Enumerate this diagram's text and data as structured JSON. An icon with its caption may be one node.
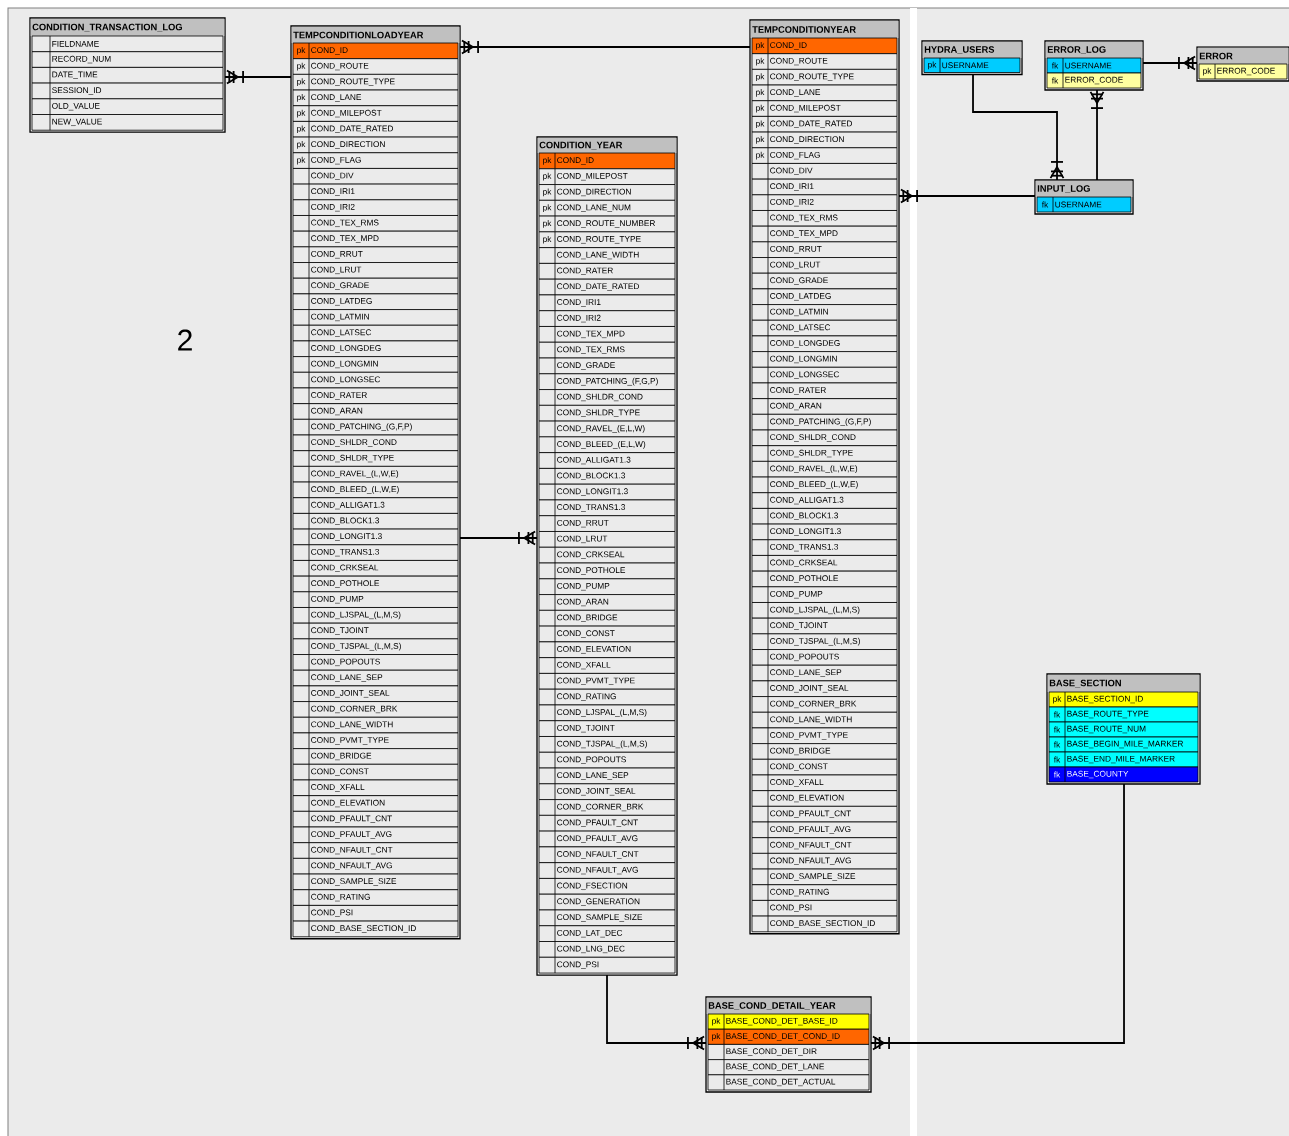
{
  "diagram": {
    "nodes": [
      {
        "text": [
          "CONDITION_TRANSACTION_LOG"
        ]
      },
      {
        "text": [
          "FIELDNAME"
        ],
        "in": 0
      },
      {
        "text": [
          "RECORD_NUM"
        ],
        "in": 0
      },
      {
        "text": [
          "DATE_TIME"
        ],
        "in": 0
      },
      {
        "text": [
          "SESSION_ID"
        ],
        "in": 0
      },
      {
        "text": [
          "OLD_VALUE"
        ],
        "in": 0
      },
      {
        "text": [
          "NEW_VALUE"
        ],
        "in": 0
      },
      {
        "text": [
          "TEMPCONDITIONLOADYEAR"
        ]
      },
      {
        "text": [
          "pk",
          "COND_ID"
        ],
        "in": 7
      },
      {
        "text": [
          "pk",
          "COND_ROUTE"
        ],
        "in": 7
      },
      {
        "text": [
          "pk",
          "COND_ROUTE_TYPE"
        ],
        "in": 7
      },
      {
        "text": [
          "pk",
          "COND_LANE"
        ],
        "in": 7
      },
      {
        "text": [
          "pk",
          "COND_MILEPOST"
        ],
        "in": 7
      },
      {
        "text": [
          "pk",
          "COND_DATE_RATED"
        ],
        "in": 7
      },
      {
        "text": [
          "pk",
          "COND_DIRECTION"
        ],
        "in": 7
      },
      {
        "text": [
          "pk",
          "COND_FLAG"
        ],
        "in": 7
      },
      {
        "text": [
          "COND_DIV"
        ],
        "in": 7
      },
      {
        "text": [
          "COND_IRI1"
        ],
        "in": 7
      },
      {
        "text": [
          "COND_IRI2"
        ],
        "in": 7
      },
      {
        "text": [
          "COND_TEX_RMS"
        ],
        "in": 7
      },
      {
        "text": [
          "COND_TEX_MPD"
        ],
        "in": 7
      },
      {
        "text": [
          "COND_RRUT"
        ],
        "in": 7
      },
      {
        "text": [
          "COND_LRUT"
        ],
        "in": 7
      },
      {
        "text": [
          "COND_GRADE"
        ],
        "in": 7
      },
      {
        "text": [
          "COND_LATDEG"
        ],
        "in": 7
      },
      {
        "text": [
          "COND_LATMIN"
        ],
        "in": 7
      },
      {
        "text": [
          "COND_LATSEC"
        ],
        "in": 7
      },
      {
        "text": [
          "COND_LONGDEG"
        ],
        "in": 7
      },
      {
        "text": [
          "COND_LONGMIN"
        ],
        "in": 7
      },
      {
        "text": [
          "COND_LONGSEC"
        ],
        "in": 7
      },
      {
        "text": [
          "COND_RATER"
        ],
        "in": 7
      },
      {
        "text": [
          "COND_ARAN"
        ],
        "in": 7
      },
      {
        "text": [
          "COND_PATCHING_(G,F,P)"
        ],
        "in": 7
      },
      {
        "text": [
          "COND_SHLDR_COND"
        ],
        "in": 7
      },
      {
        "text": [
          "COND_SHLDR_TYPE"
        ],
        "in": 7
      },
      {
        "text": [
          "COND_RAVEL_(L,W,E)"
        ],
        "in": 7
      },
      {
        "text": [
          "COND_BLEED_(L,W,E)"
        ],
        "in": 7
      },
      {
        "text": [
          "COND_ALLIGAT1.3"
        ],
        "in": 7
      },
      {
        "text": [
          "COND_BLOCK1.3"
        ],
        "in": 7
      },
      {
        "text": [
          "COND_LONGIT1.3"
        ],
        "in": 7
      },
      {
        "text": [
          "COND_TRANS1.3"
        ],
        "in": 7
      },
      {
        "text": [
          "COND_CRKSEAL"
        ],
        "in": 7
      },
      {
        "text": [
          "COND_POTHOLE"
        ],
        "in": 7
      },
      {
        "text": [
          "COND_PUMP"
        ],
        "in": 7
      },
      {
        "text": [
          "COND_LJSPAL_(L,M,S)"
        ],
        "in": 7
      },
      {
        "text": [
          "COND_TJOINT"
        ],
        "in": 7
      },
      {
        "text": [
          "COND_TJSPAL_(L,M,S)"
        ],
        "in": 7
      },
      {
        "text": [
          "COND_POPOUTS"
        ],
        "in": 7
      },
      {
        "text": [
          "COND_LANE_SEP"
        ],
        "in": 7
      },
      {
        "text": [
          "COND_JOINT_SEAL"
        ],
        "in": 7
      },
      {
        "text": [
          "COND_CORNER_BRK"
        ],
        "in": 7
      },
      {
        "text": [
          "COND_LANE_WIDTH"
        ],
        "in": 7
      },
      {
        "text": [
          "COND_PVMT_TYPE"
        ],
        "in": 7
      },
      {
        "text": [
          "COND_BRIDGE"
        ],
        "in": 7
      },
      {
        "text": [
          "COND_CONST"
        ],
        "in": 7
      },
      {
        "text": [
          "COND_XFALL"
        ],
        "in": 7
      },
      {
        "text": [
          "COND_ELEVATION"
        ],
        "in": 7
      },
      {
        "text": [
          "COND_PFAULT_CNT"
        ],
        "in": 7
      },
      {
        "text": [
          "COND_PFAULT_AVG"
        ],
        "in": 7
      },
      {
        "text": [
          "COND_NFAULT_CNT"
        ],
        "in": 7
      },
      {
        "text": [
          "COND_NFAULT_AVG"
        ],
        "in": 7
      },
      {
        "text": [
          "COND_SAMPLE_SIZE"
        ],
        "in": 7
      },
      {
        "text": [
          "COND_RATING"
        ],
        "in": 7
      },
      {
        "text": [
          "COND_PSI"
        ],
        "in": 7
      },
      {
        "text": [
          "COND_BASE_SECTION_ID"
        ],
        "in": 7
      },
      {
        "text": [
          "TEMPCONDITIONYEAR"
        ]
      },
      {
        "text": [
          "pk",
          "COND_ID"
        ],
        "in": 65
      },
      {
        "text": [
          "pk",
          "COND_ROUTE"
        ],
        "in": 65
      },
      {
        "text": [
          "pk",
          "COND_ROUTE_TYPE"
        ],
        "in": 65
      },
      {
        "text": [
          "pk",
          "COND_LANE"
        ],
        "in": 65
      },
      {
        "text": [
          "pk",
          "COND_MILEPOST"
        ],
        "in": 65
      },
      {
        "text": [
          "pk",
          "COND_DATE_RATED"
        ],
        "in": 65
      },
      {
        "text": [
          "pk",
          "COND_DIRECTION"
        ],
        "in": 65
      },
      {
        "text": [
          "pk",
          "COND_FLAG"
        ],
        "in": 65
      },
      {
        "text": [
          "COND_DIV"
        ],
        "in": 65
      },
      {
        "text": [
          "COND_IRI1"
        ],
        "in": 65
      },
      {
        "text": [
          "COND_IRI2"
        ],
        "in": 65
      },
      {
        "text": [
          "COND_TEX_RMS"
        ],
        "in": 65
      },
      {
        "text": [
          "COND_TEX_MPD"
        ],
        "in": 65
      },
      {
        "text": [
          "COND_RRUT"
        ],
        "in": 65
      },
      {
        "text": [
          "COND_LRUT"
        ],
        "in": 65
      },
      {
        "text": [
          "COND_GRADE"
        ],
        "in": 65
      },
      {
        "text": [
          "COND_LATDEG"
        ],
        "in": 65
      },
      {
        "text": [
          "COND_LATMIN"
        ],
        "in": 65
      },
      {
        "text": [
          "COND_LATSEC"
        ],
        "in": 65
      },
      {
        "text": [
          "COND_LONGDEG"
        ],
        "in": 65
      },
      {
        "text": [
          "COND_LONGMIN"
        ],
        "in": 65
      },
      {
        "text": [
          "COND_LONGSEC"
        ],
        "in": 65
      },
      {
        "text": [
          "COND_RATER"
        ],
        "in": 65
      },
      {
        "text": [
          "COND_ARAN"
        ],
        "in": 65
      },
      {
        "text": [
          "COND_PATCHING_(G,F,P)"
        ],
        "in": 65
      },
      {
        "text": [
          "COND_SHLDR_COND"
        ],
        "in": 65
      },
      {
        "text": [
          "COND_SHLDR_TYPE"
        ],
        "in": 65
      },
      {
        "text": [
          "COND_RAVEL_(L,W,E)"
        ],
        "in": 65
      },
      {
        "text": [
          "COND_BLEED_(L,W,E)"
        ],
        "in": 65
      },
      {
        "text": [
          "COND_ALLIGAT1.3"
        ],
        "in": 65
      },
      {
        "text": [
          "COND_BLOCK1.3"
        ],
        "in": 65
      },
      {
        "text": [
          "COND_LONGIT1.3"
        ],
        "in": 65
      },
      {
        "text": [
          "COND_TRANS1.3"
        ],
        "in": 65
      },
      {
        "text": [
          "COND_CRKSEAL"
        ],
        "in": 65
      },
      {
        "text": [
          "COND_POTHOLE"
        ],
        "in": 65
      },
      {
        "text": [
          "COND_PUMP"
        ],
        "in": 65
      },
      {
        "text": [
          "COND_LJSPAL_(L,M,S)"
        ],
        "in": 65
      },
      {
        "text": [
          "COND_TJOINT"
        ],
        "in": 65
      },
      {
        "text": [
          "COND_TJSPAL_(L,M,S)"
        ],
        "in": 65
      },
      {
        "text": [
          "COND_POPOUTS"
        ],
        "in": 65
      },
      {
        "text": [
          "COND_LANE_SEP"
        ],
        "in": 65
      },
      {
        "text": [
          "COND_JOINT_SEAL"
        ],
        "in": 65
      },
      {
        "text": [
          "COND_CORNER_BRK"
        ],
        "in": 65
      },
      {
        "text": [
          "COND_LANE_WIDTH"
        ],
        "in": 65
      },
      {
        "text": [
          "COND_PVMT_TYPE"
        ],
        "in": 65
      },
      {
        "text": [
          "COND_BRIDGE"
        ],
        "in": 65
      },
      {
        "text": [
          "COND_CONST"
        ],
        "in": 65
      },
      {
        "text": [
          "COND_XFALL"
        ],
        "in": 65
      },
      {
        "text": [
          "COND_ELEVATION"
        ],
        "in": 65
      },
      {
        "text": [
          "COND_PFAULT_CNT"
        ],
        "in": 65
      },
      {
        "text": [
          "COND_PFAULT_AVG"
        ],
        "in": 65
      },
      {
        "text": [
          "COND_NFAULT_CNT"
        ],
        "in": 65
      },
      {
        "text": [
          "COND_NFAULT_AVG"
        ],
        "in": 65
      },
      {
        "text": [
          "COND_SAMPLE_SIZE"
        ],
        "in": 65
      },
      {
        "text": [
          "COND_RATING"
        ],
        "in": 65
      },
      {
        "text": [
          "COND_PSI"
        ],
        "in": 65
      },
      {
        "text": [
          "COND_BASE_SECTION_ID"
        ],
        "in": 65
      },
      {
        "text": [
          "HYDRA_USERS"
        ]
      },
      {
        "text": [
          "pk",
          "USERNAME"
        ],
        "in": 123
      },
      {
        "text": [
          "ERROR_LOG"
        ]
      },
      {
        "text": [
          "fk",
          "USERNAME"
        ],
        "in": 125
      },
      {
        "text": [
          "fk",
          "ERROR_CODE"
        ],
        "in": 125
      },
      {
        "text": [
          "ERROR"
        ]
      },
      {
        "text": [
          "pk",
          "ERROR_CODE"
        ],
        "in": 128
      },
      {
        "text": [
          "CONDITION_YEAR"
        ]
      },
      {
        "text": [
          "pk",
          "COND_ID"
        ],
        "in": 130
      },
      {
        "text": [
          "pk",
          "COND_MILEPOST"
        ],
        "in": 130
      },
      {
        "text": [
          "pk",
          "COND_DIRECTION"
        ],
        "in": 130
      },
      {
        "text": [
          "pk",
          "COND_LANE_NUM"
        ],
        "in": 130
      },
      {
        "text": [
          "pk",
          "COND_ROUTE_NUMBER"
        ],
        "in": 130
      },
      {
        "text": [
          "pk",
          "COND_ROUTE_TYPE"
        ],
        "in": 130
      },
      {
        "text": [
          "COND_LANE_WIDTH"
        ],
        "in": 130
      },
      {
        "text": [
          "COND_RATER"
        ],
        "in": 130
      },
      {
        "text": [
          "COND_DATE_RATED"
        ],
        "in": 130
      },
      {
        "text": [
          "COND_IRI1"
        ],
        "in": 130
      },
      {
        "text": [
          "COND_IRI2"
        ],
        "in": 130
      },
      {
        "text": [
          "COND_TEX_MPD"
        ],
        "in": 130
      },
      {
        "text": [
          "COND_TEX_RMS"
        ],
        "in": 130
      },
      {
        "text": [
          "COND_GRADE"
        ],
        "in": 130
      },
      {
        "text": [
          "COND_PATCHING_(F,G,P)"
        ],
        "in": 130
      },
      {
        "text": [
          "COND_SHLDR_COND"
        ],
        "in": 130
      },
      {
        "text": [
          "COND_SHLDR_TYPE"
        ],
        "in": 130
      },
      {
        "text": [
          "COND_RAVEL_(E,L,W)"
        ],
        "in": 130
      },
      {
        "text": [
          "COND_BLEED_(E,L,W)"
        ],
        "in": 130
      },
      {
        "text": [
          "COND_ALLIGAT1.3"
        ],
        "in": 130
      },
      {
        "text": [
          "COND_BLOCK1.3"
        ],
        "in": 130
      },
      {
        "text": [
          "COND_LONGIT1.3"
        ],
        "in": 130
      },
      {
        "text": [
          "COND_TRANS1.3"
        ],
        "in": 130
      },
      {
        "text": [
          "COND_RRUT"
        ],
        "in": 130
      },
      {
        "text": [
          "COND_LRUT"
        ],
        "in": 130
      },
      {
        "text": [
          "COND_CRKSEAL"
        ],
        "in": 130
      },
      {
        "text": [
          "COND_POTHOLE"
        ],
        "in": 130
      },
      {
        "text": [
          "COND_PUMP"
        ],
        "in": 130
      },
      {
        "text": [
          "COND_ARAN"
        ],
        "in": 130
      },
      {
        "text": [
          "COND_BRIDGE"
        ],
        "in": 130
      },
      {
        "text": [
          "COND_CONST"
        ],
        "in": 130
      },
      {
        "text": [
          "COND_ELEVATION"
        ],
        "in": 130
      },
      {
        "text": [
          "COND_XFALL"
        ],
        "in": 130
      },
      {
        "text": [
          "COND_PVMT_TYPE"
        ],
        "in": 130
      },
      {
        "text": [
          "COND_RATING"
        ],
        "in": 130
      },
      {
        "text": [
          "COND_LJSPAL_(L,M,S)"
        ],
        "in": 130
      },
      {
        "text": [
          "COND_TJOINT"
        ],
        "in": 130
      },
      {
        "text": [
          "COND_TJSPAL_(L,M,S)"
        ],
        "in": 130
      },
      {
        "text": [
          "COND_POPOUTS"
        ],
        "in": 130
      },
      {
        "text": [
          "COND_LANE_SEP"
        ],
        "in": 130
      },
      {
        "text": [
          "COND_JOINT_SEAL"
        ],
        "in": 130
      },
      {
        "text": [
          "COND_CORNER_BRK"
        ],
        "in": 130
      },
      {
        "text": [
          "COND_PFAULT_CNT"
        ],
        "in": 130
      },
      {
        "text": [
          "COND_PFAULT_AVG"
        ],
        "in": 130
      },
      {
        "text": [
          "COND_NFAULT_CNT"
        ],
        "in": 130
      },
      {
        "text": [
          "COND_NFAULT_AVG"
        ],
        "in": 130
      },
      {
        "text": [
          "COND_FSECTION"
        ],
        "in": 130
      },
      {
        "text": [
          "COND_GENERATION"
        ],
        "in": 130
      },
      {
        "text": [
          "COND_SAMPLE_SIZE"
        ],
        "in": 130
      },
      {
        "text": [
          "COND_LAT_DEC"
        ],
        "in": 130
      },
      {
        "text": [
          "COND_LNG_DEC"
        ],
        "in": 130
      },
      {
        "text": [
          "COND_PSI"
        ],
        "in": 130
      },
      {
        "text": [
          "INPUT_LOG"
        ]
      },
      {
        "text": [
          "fk",
          "USERNAME"
        ],
        "in": 183
      },
      {
        "text": [
          "BASE_SECTION"
        ]
      },
      {
        "text": [
          "pk",
          "BASE_SECTION_ID"
        ],
        "in": 185
      },
      {
        "text": [
          "fk",
          "BASE_ROUTE_TYPE"
        ],
        "in": 185
      },
      {
        "text": [
          "fk",
          "BASE_ROUTE_NUM"
        ],
        "in": 185
      },
      {
        "text": [
          "fk",
          "BASE_BEGIN_MILE_MARKER"
        ],
        "in": 185
      },
      {
        "text": [
          "fk",
          "BASE_END_MILE_MARKER"
        ],
        "in": 185
      },
      {
        "text": [
          "fk",
          "BASE_COUNTY"
        ],
        "in": 185
      },
      {
        "text": [
          "BASE_COND_DETAIL_YEAR"
        ]
      },
      {
        "text": [
          "pk",
          "BASE_COND_DET_BASE_ID"
        ],
        "in": 192
      },
      {
        "text": [
          "pk",
          "BASE_COND_DET_COND_ID"
        ],
        "in": 192
      },
      {
        "text": [
          "BASE_COND_DET_DIR"
        ],
        "in": 192
      },
      {
        "text": [
          "BASE_COND_DET_LANE"
        ],
        "in": 192
      },
      {
        "text": [
          "BASE_COND_DET_ACTUAL"
        ],
        "in": 192
      }
    ],
    "edges": [
      {
        "from": 0,
        "to": 7,
        "arrow": "other"
      },
      {
        "from": 7,
        "to": 65,
        "arrow": "other"
      },
      {
        "from": 7,
        "to": 130,
        "arrow": "other"
      },
      {
        "from": 65,
        "to": 183,
        "arrow": "other"
      },
      {
        "from": 123,
        "to": 183,
        "arrow": "other"
      },
      {
        "from": 125,
        "to": 183,
        "arrow": "other"
      },
      {
        "from": 125,
        "to": 128,
        "arrow": "other"
      },
      {
        "from": 130,
        "to": 192,
        "arrow": "other"
      },
      {
        "from": 192,
        "to": 185,
        "arrow": "other"
      }
    ],
    "labels": [
      "2"
    ]
  }
}
